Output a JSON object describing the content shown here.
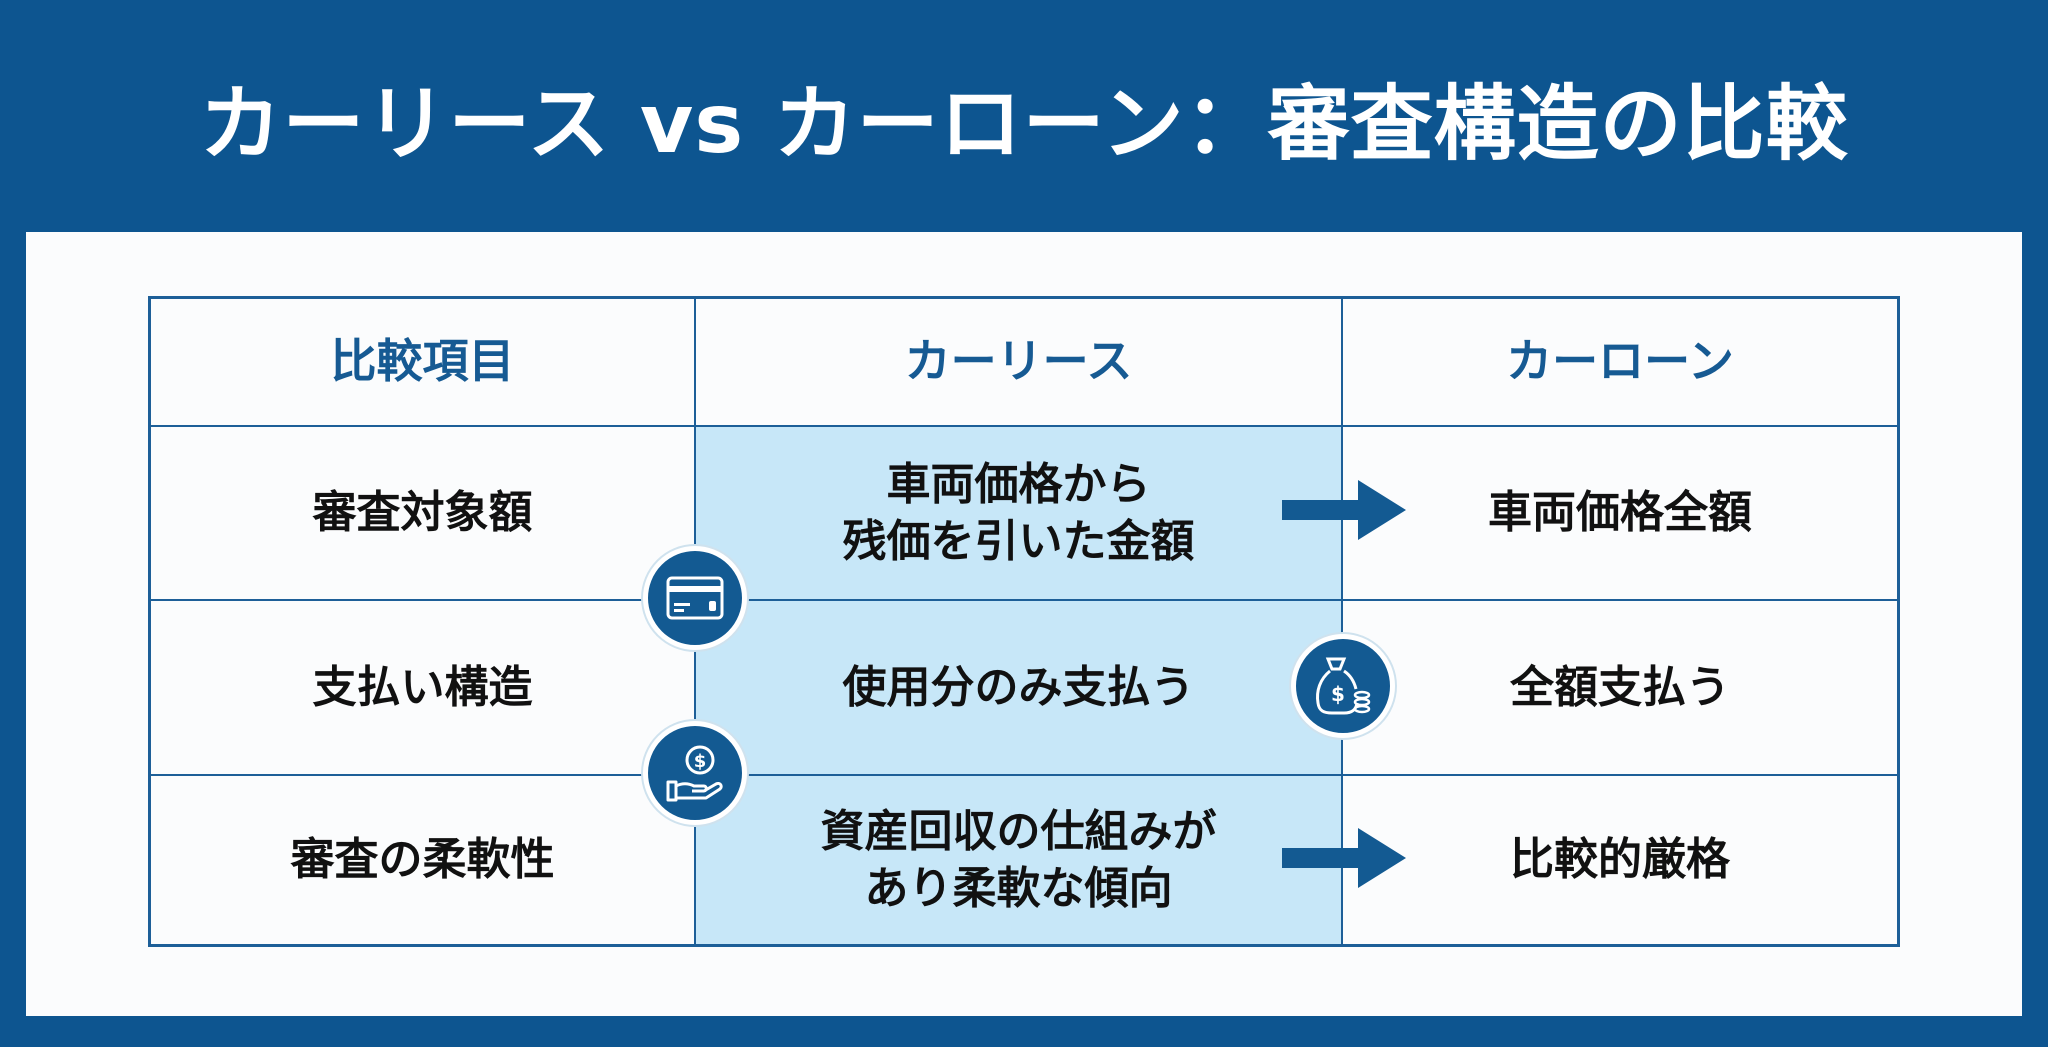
{
  "title": "カーリース vs カーローン：審査構造の比較",
  "table": {
    "headers": [
      "比較項目",
      "カーリース",
      "カーローン"
    ],
    "rows": [
      {
        "item": "審査対象額",
        "lease": "車両価格から\n残価を引いた金額",
        "loan": "車両価格全額"
      },
      {
        "item": "支払い構造",
        "lease": "使用分のみ支払う",
        "loan": "全額支払う"
      },
      {
        "item": "審査の柔軟性",
        "lease": "資産回収の仕組みが\nあり柔軟な傾向",
        "loan": "比較的厳格"
      }
    ]
  },
  "icons": [
    "credit-card-icon",
    "money-bag-icon",
    "hand-coin-icon",
    "arrow-right-icon"
  ],
  "colors": {
    "primary": "#0d5590",
    "highlight": "#c7e7f8",
    "header_text": "#165a93"
  }
}
